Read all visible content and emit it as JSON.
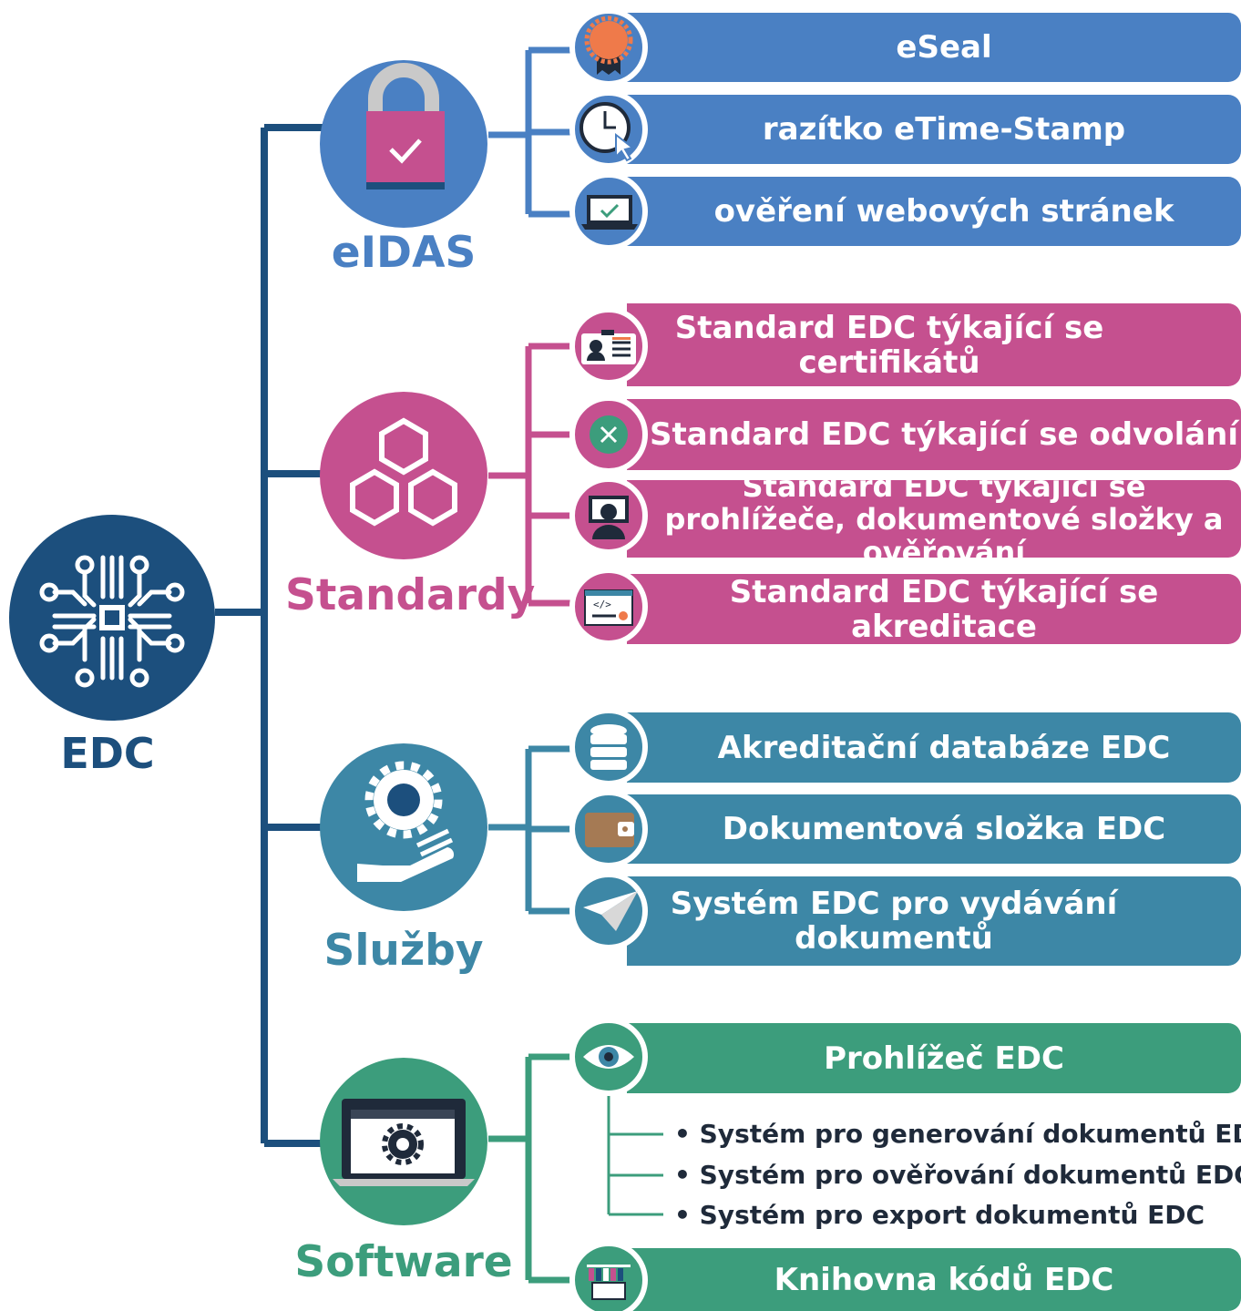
{
  "root": {
    "label": "EDC",
    "icon": "circuit-chip-icon"
  },
  "categories": [
    {
      "label": "eIDAS",
      "color": "#4a80c3",
      "icon": "padlock-icon",
      "items": [
        {
          "label": "eSeal",
          "icon": "seal-rosette-icon"
        },
        {
          "label": "razítko eTime-Stamp",
          "icon": "clock-cursor-icon"
        },
        {
          "label": "ověření webových stránek",
          "icon": "laptop-check-icon"
        }
      ]
    },
    {
      "label": "Standardy",
      "color": "#c5508f",
      "icon": "hexagons-icon",
      "items": [
        {
          "label": "Standard EDC týkající se certifikátů",
          "icon": "id-card-icon"
        },
        {
          "label": "Standard EDC týkající se odvolání",
          "icon": "close-circle-icon"
        },
        {
          "label": "Standard EDC týkající se prohlížeče, dokumentové složky a ověřování",
          "icon": "user-monitor-icon"
        },
        {
          "label": "Standard EDC týkající se akreditace",
          "icon": "code-certificate-icon"
        }
      ]
    },
    {
      "label": "Služby",
      "color": "#3d87a6",
      "icon": "gear-hand-icon",
      "items": [
        {
          "label": "Akreditační databáze EDC",
          "icon": "database-icon"
        },
        {
          "label": "Dokumentová složka EDC",
          "icon": "wallet-icon"
        },
        {
          "label": "Systém EDC pro vydávání dokumentů",
          "icon": "paper-plane-icon"
        }
      ]
    },
    {
      "label": "Software",
      "color": "#3c9d7c",
      "icon": "laptop-gear-icon",
      "items": [
        {
          "label": "Prohlížeč EDC",
          "icon": "eye-icon",
          "subitems": [
            "• Systém pro generování dokumentů EDC",
            "• Systém pro ověřování dokumentů EDC",
            "• Systém pro export dokumentů EDC"
          ]
        },
        {
          "label": "Knihovna kódů EDC",
          "icon": "books-monitor-icon"
        }
      ]
    }
  ],
  "colors": {
    "root": "#1c4f7d",
    "trunk": "#1c4f7d"
  }
}
